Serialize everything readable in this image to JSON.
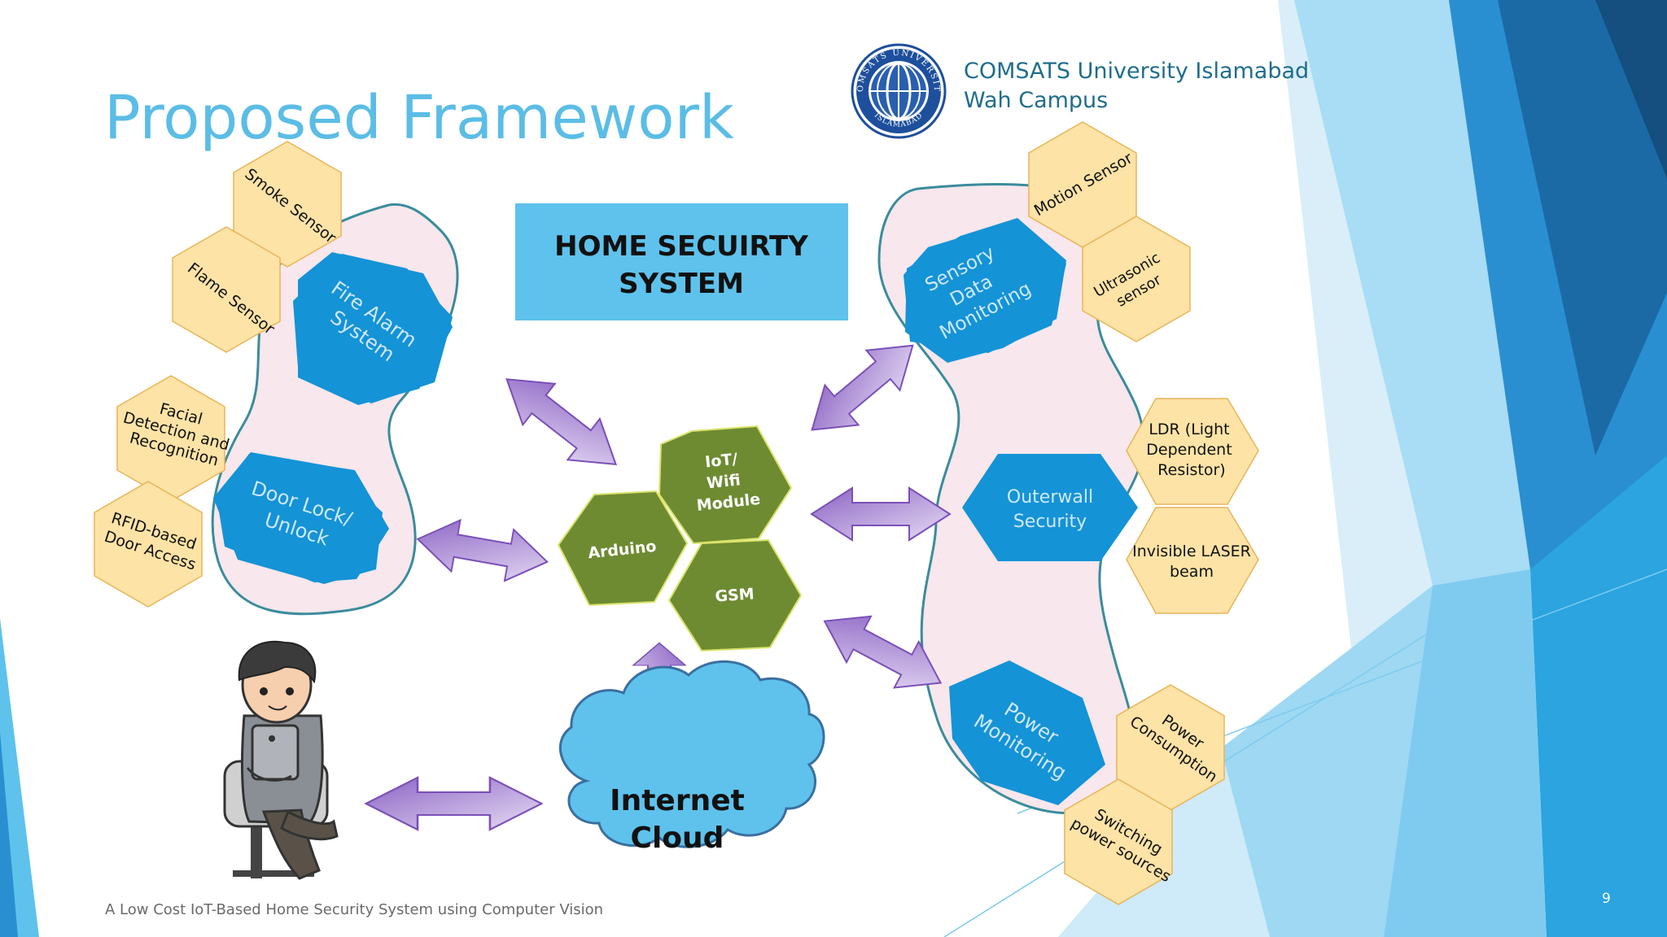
{
  "slide": {
    "title": "Proposed Framework",
    "institution_line1": "COMSATS University Islamabad",
    "institution_line2": "Wah Campus",
    "logo_ring_top": "COMSATS UNIVERSITY",
    "logo_ring_bottom": "ISLAMABAD",
    "footer": "A Low Cost IoT-Based Home Security System using Computer Vision",
    "page_number": "9"
  },
  "center": {
    "title_line1": "HOME SECUIRTY",
    "title_line2": "SYSTEM",
    "iot_line1": "IoT/",
    "iot_line2": "Wifi",
    "iot_line3": "Module",
    "arduino": "Arduino",
    "gsm": "GSM",
    "cloud_line1": "Internet",
    "cloud_line2": "Cloud"
  },
  "left": {
    "fire_line1": "Fire Alarm",
    "fire_line2": "System",
    "door_line1": "Door Lock/",
    "door_line2": "Unlock",
    "smoke": "Smoke Sensor",
    "flame": "Flame Sensor",
    "facial_line1": "Facial",
    "facial_line2": "Detection and",
    "facial_line3": "Recognition",
    "rfid_line1": "RFID-based",
    "rfid_line2": "Door Access"
  },
  "right": {
    "sensory_line1": "Sensory",
    "sensory_line2": "Data",
    "sensory_line3": "Monitoring",
    "outerwall_line1": "Outerwall",
    "outerwall_line2": "Security",
    "power_line1": "Power",
    "power_line2": "Monitoring",
    "motion": "Motion Sensor",
    "ultra_line1": "Ultrasonic",
    "ultra_line2": "sensor",
    "ldr_line1": "LDR (Light",
    "ldr_line2": "Dependent",
    "ldr_line3": "Resistor)",
    "laser_line1": "Invisible LASER",
    "laser_line2": "beam",
    "consumption_line1": "Power",
    "consumption_line2": "Consumption",
    "switching_line1": "Switching",
    "switching_line2": "power sources"
  },
  "colors": {
    "title": "#5bbde6",
    "blue_hex": "#1493d6",
    "yellow_hex": "#fde3a6",
    "green_hex": "#6e8b32",
    "cloud": "#5ec2ec",
    "arrow": "#b89bd8",
    "blob": "#f8e7ec"
  },
  "icons": [
    "university-logo-icon",
    "person-with-tablet-icon"
  ]
}
